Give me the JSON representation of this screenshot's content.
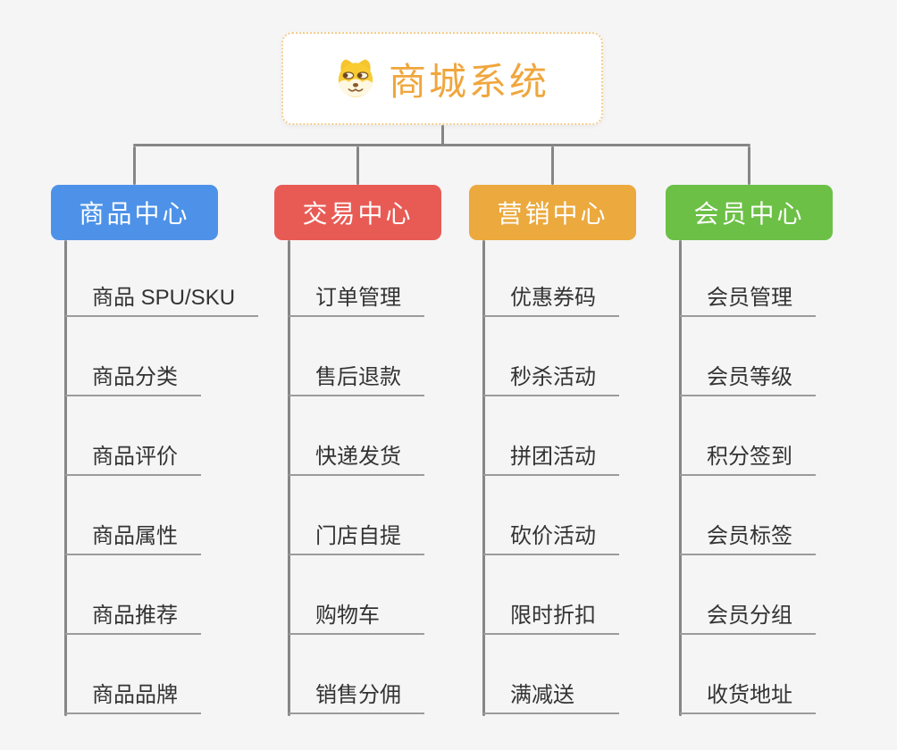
{
  "root": {
    "title": "商城系统",
    "icon": "shiba-dog-icon"
  },
  "branches": [
    {
      "label": "商品中心",
      "color": "#4D92E8",
      "items": [
        "商品 SPU/SKU",
        "商品分类",
        "商品评价",
        "商品属性",
        "商品推荐",
        "商品品牌"
      ]
    },
    {
      "label": "交易中心",
      "color": "#E85B55",
      "items": [
        "订单管理",
        "售后退款",
        "快递发货",
        "门店自提",
        "购物车",
        "销售分佣"
      ]
    },
    {
      "label": "营销中心",
      "color": "#EBA93E",
      "items": [
        "优惠券码",
        "秒杀活动",
        "拼团活动",
        "砍价活动",
        "限时折扣",
        "满减送"
      ]
    },
    {
      "label": "会员中心",
      "color": "#6CC046",
      "items": [
        "会员管理",
        "会员等级",
        "积分签到",
        "会员标签",
        "会员分组",
        "收货地址"
      ]
    }
  ],
  "colors": {
    "background": "#F5F5F6",
    "connector": "#868686",
    "item_underline": "#9B9B9B",
    "item_text": "#333333",
    "branch_text": "#FFFFFF",
    "root_title": "#F0A63C",
    "root_border": "#F3CD8E",
    "root_background": "#FFFFFF"
  }
}
